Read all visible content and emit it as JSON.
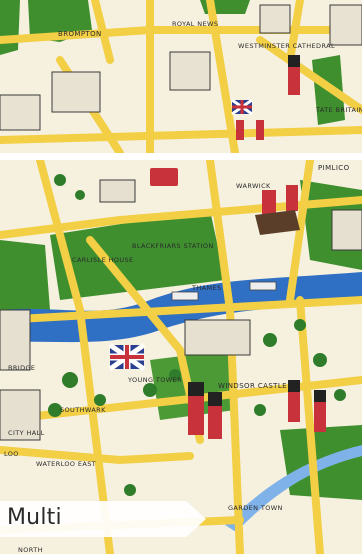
{
  "top_map": {
    "labels": [
      "BROMPTON",
      "ROYAL NEWS",
      "WESTMINSTER CATHEDRAL",
      "TATE BRITAIN"
    ]
  },
  "bottom_map": {
    "labels": [
      "PIMLICO",
      "WARWICK",
      "CARLISLE HOUSE",
      "BLACKFRIARS STATION",
      "THAMES",
      "YOUNG TOWER",
      "WINDSOR CASTLE",
      "SOUTHWARK",
      "BRIDGE",
      "CITY HALL",
      "WATERLOO EAST",
      "LOO",
      "GARDEN TOWN",
      "NORTH"
    ]
  },
  "badge": {
    "label": "Multi"
  },
  "colors": {
    "paper": "#f6f0df",
    "road": "#f2cf45",
    "road_edge": "#d9b21e",
    "park": "#3f8f2f",
    "river": "#2f6fc4",
    "flag_red": "#c8323a",
    "flag_blue": "#2a3f8f"
  }
}
